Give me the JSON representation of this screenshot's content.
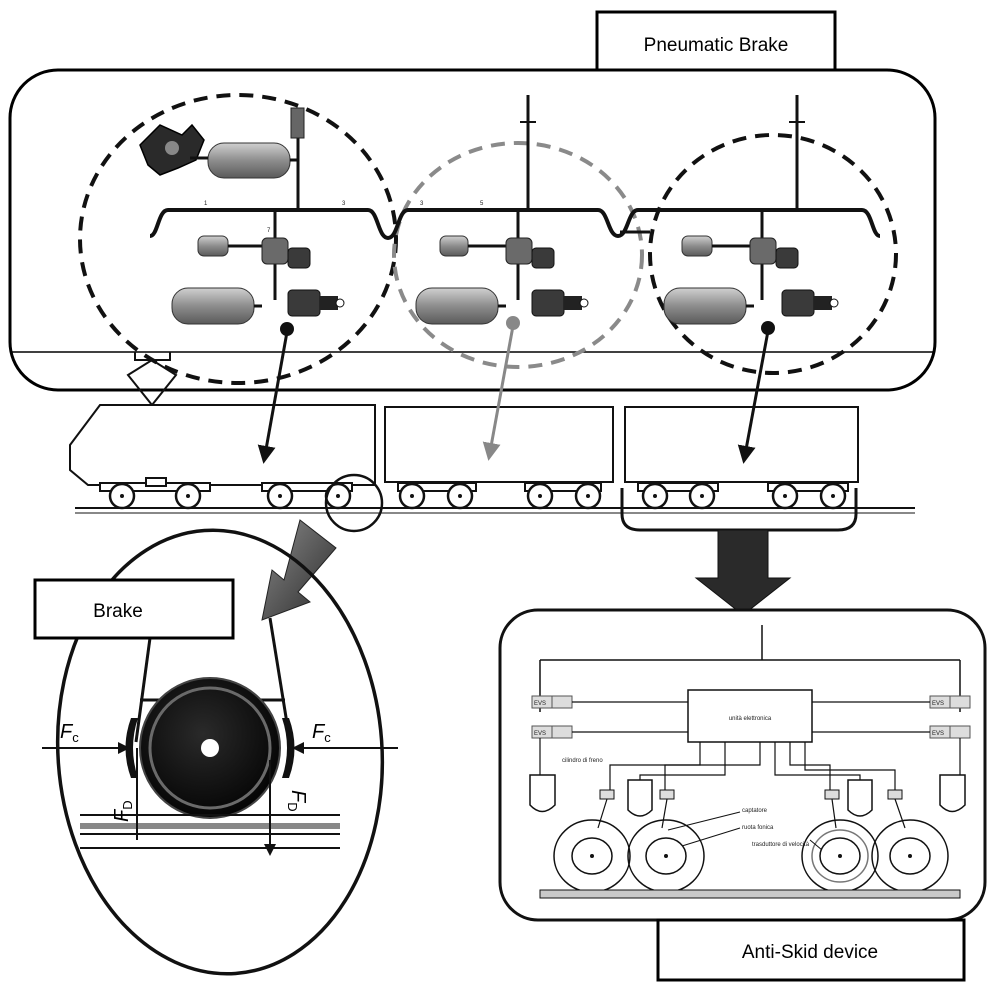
{
  "labels": {
    "pneumatic_brake": "Pneumatic Brake",
    "brake": "Brake",
    "anti_skid": "Anti-Skid device"
  },
  "forces": {
    "fc_symbol": "F",
    "fc_sub": "c",
    "fd_symbol": "F",
    "fd_sub": "D"
  },
  "anti_skid_annotations": {
    "control_unit": "unità elettronica",
    "brake_cylinder": "cilindro di freno",
    "sensor": "captatore",
    "phonic_wheel": "ruota fonica",
    "speed_transducer": "trasduttore di velocità",
    "valve_left_top": "EVS",
    "valve_left_bottom": "EVS",
    "valve_right_top": "EVS",
    "valve_right_bottom": "EVS"
  },
  "colors": {
    "ink": "#111111",
    "grey_ink": "#8a8a8a",
    "wheel_dark": "#0c0c0c",
    "tank_fill": "#9a9a9a"
  }
}
